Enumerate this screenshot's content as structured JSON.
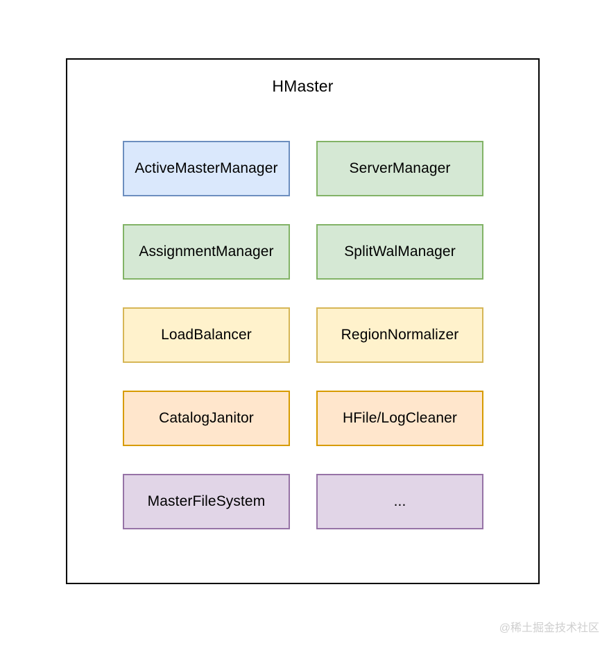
{
  "diagram": {
    "title": "HMaster",
    "background_color": "#ffffff",
    "container_border_color": "#000000",
    "palette": {
      "blue": {
        "fill": "#dae8fc",
        "stroke": "#6c8ebf"
      },
      "green": {
        "fill": "#d5e8d4",
        "stroke": "#82b366"
      },
      "yellow": {
        "fill": "#fff2cc",
        "stroke": "#d6b656"
      },
      "orange": {
        "fill": "#ffe6cc",
        "stroke": "#d79b00"
      },
      "purple": {
        "fill": "#e1d5e7",
        "stroke": "#9673a6"
      }
    },
    "rows": [
      {
        "left": {
          "label": "ActiveMasterManager",
          "color": "blue"
        },
        "right": {
          "label": "ServerManager",
          "color": "green"
        }
      },
      {
        "left": {
          "label": "AssignmentManager",
          "color": "green"
        },
        "right": {
          "label": "SplitWalManager",
          "color": "green"
        }
      },
      {
        "left": {
          "label": "LoadBalancer",
          "color": "yellow"
        },
        "right": {
          "label": "RegionNormalizer",
          "color": "yellow"
        }
      },
      {
        "left": {
          "label": "CatalogJanitor",
          "color": "orange"
        },
        "right": {
          "label": "HFile/LogCleaner",
          "color": "orange"
        }
      },
      {
        "left": {
          "label": "MasterFileSystem",
          "color": "purple"
        },
        "right": {
          "label": "...",
          "color": "purple"
        }
      }
    ]
  },
  "watermark": {
    "text": "@稀土掘金技术社区",
    "color": "#cfcfcf"
  }
}
